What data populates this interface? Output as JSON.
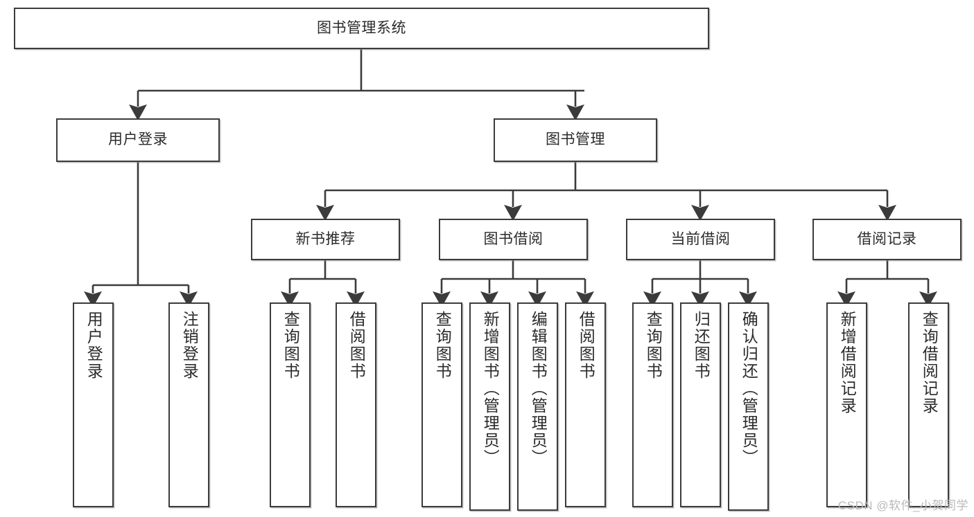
{
  "diagram": {
    "title": "图书管理系统",
    "type": "tree-hierarchy-chart",
    "colors": {
      "box_border": "#3b3b3b",
      "box_fill": "#ffffff",
      "connector": "#3b3b3b",
      "text": "#2b2b2b",
      "watermark": "#b9b9b9"
    },
    "root": {
      "label": "图书管理系统"
    },
    "level2": [
      {
        "label": "用户登录"
      },
      {
        "label": "图书管理"
      }
    ],
    "level3": [
      {
        "label": "新书推荐"
      },
      {
        "label": "图书借阅"
      },
      {
        "label": "当前借阅"
      },
      {
        "label": "借阅记录"
      }
    ],
    "leaves": [
      {
        "label": "用户登录",
        "parent": "用户登录"
      },
      {
        "label": "注销登录",
        "parent": "用户登录"
      },
      {
        "label": "查询图书",
        "parent": "新书推荐"
      },
      {
        "label": "借阅图书",
        "parent": "新书推荐"
      },
      {
        "label": "查询图书",
        "parent": "图书借阅"
      },
      {
        "label": "新增图书（管理员）",
        "parent": "图书借阅"
      },
      {
        "label": "编辑图书（管理员）",
        "parent": "图书借阅"
      },
      {
        "label": "借阅图书",
        "parent": "图书借阅"
      },
      {
        "label": "查询图书",
        "parent": "当前借阅"
      },
      {
        "label": "归还图书",
        "parent": "当前借阅"
      },
      {
        "label": "确认归还（管理员）",
        "parent": "当前借阅"
      },
      {
        "label": "新增借阅记录",
        "parent": "借阅记录"
      },
      {
        "label": "查询借阅记录",
        "parent": "借阅记录"
      }
    ],
    "watermark": "CSDN @软件_小贺同学"
  }
}
